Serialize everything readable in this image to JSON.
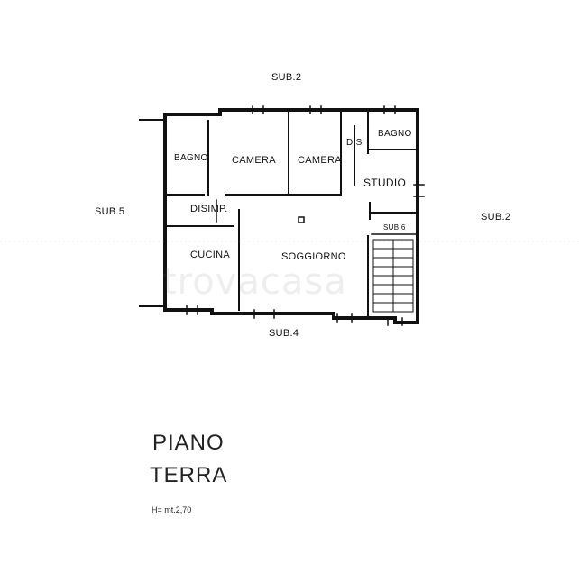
{
  "plan": {
    "neighbors": {
      "top": "SUB.2",
      "left": "SUB.5",
      "right": "SUB.2",
      "bottom": "SUB.4"
    },
    "rooms": {
      "bagno_left": "BAGNO",
      "camera_1": "CAMERA",
      "camera_2": "CAMERA",
      "dis": "DIS",
      "bagno_right": "BAGNO",
      "studio": "STUDIO",
      "disimp": "DISIMP.",
      "sub6": "SUB.6",
      "cucina": "CUCINA",
      "soggiorno": "SOGGIORNO"
    }
  },
  "floor": {
    "line1": "PIANO",
    "line2": "TERRA",
    "height": "H= mt.2,70"
  },
  "watermark": "trovacasa"
}
